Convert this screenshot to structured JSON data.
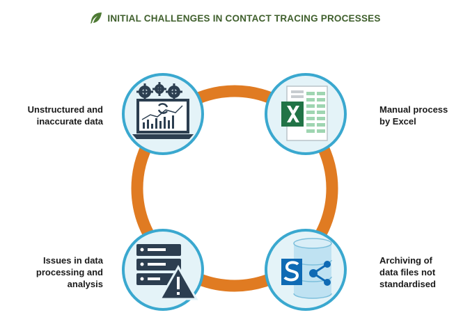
{
  "title": "INITIAL CHALLENGES IN CONTACT TRACING PROCESSES",
  "colors": {
    "title": "#3f5f2c",
    "ring": "#e07b22",
    "circle_border": "#3aa8cf",
    "circle_fill": "#e4f3f8",
    "icon_dark": "#2c3e50",
    "excel_green": "#217346",
    "sharepoint_blue": "#0f6ab4"
  },
  "items": [
    {
      "label": "Unstructured and\ninaccurate data",
      "icon": "laptop-gears-icon"
    },
    {
      "label": "Manual process\nby Excel",
      "icon": "excel-icon"
    },
    {
      "label": "Issues in data\nprocessing and\nanalysis",
      "icon": "server-warning-icon"
    },
    {
      "label": "Archiving of\ndata files not\nstandardised",
      "icon": "sharepoint-database-icon"
    }
  ]
}
